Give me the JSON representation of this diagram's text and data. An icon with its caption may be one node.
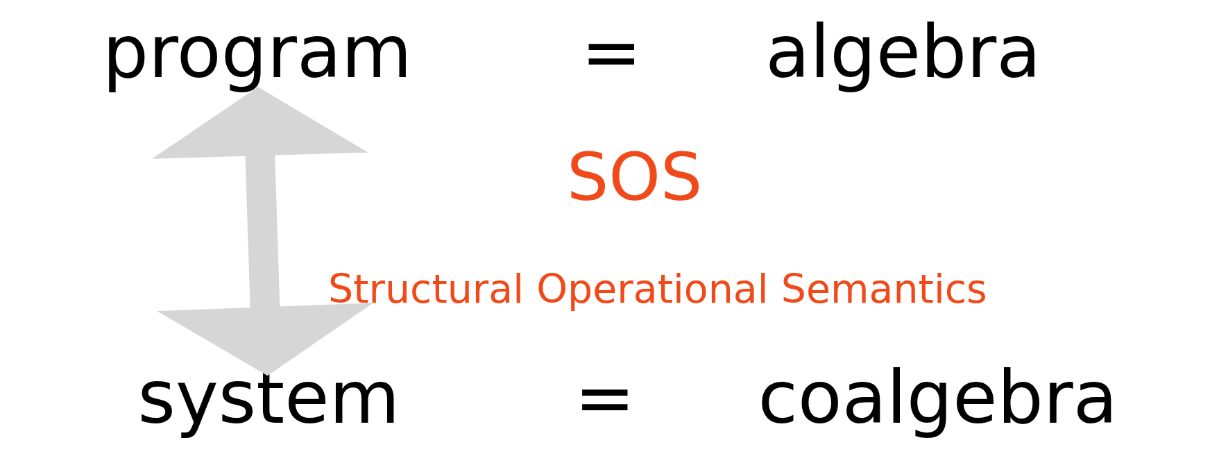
{
  "diagram": {
    "nodes": [
      {
        "text": [
          "program"
        ]
      },
      {
        "text": [
          "system"
        ]
      }
    ],
    "edges": [
      {
        "from": 0,
        "to": 1,
        "arrow": "both",
        "color": "#d6d6d6"
      }
    ],
    "labels": [
      "=",
      "algebra",
      "SOS",
      "Structural Operational Semantics",
      "=",
      "coalgebra"
    ]
  }
}
